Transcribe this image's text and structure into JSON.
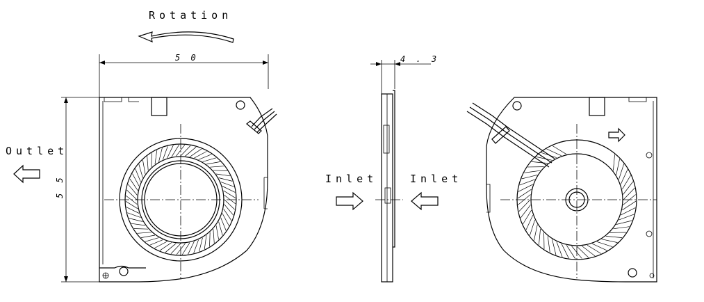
{
  "labels": {
    "rotation": "Rotation",
    "outlet": "Outlet",
    "inlet_left": "Inlet",
    "inlet_right": "Inlet"
  },
  "dimensions": {
    "width": "5 0",
    "height": "5 5",
    "thickness": "4 . 3"
  },
  "colors": {
    "line": "#000000",
    "background": "#ffffff"
  },
  "icons": {
    "rotation_arrow": "curved-arrow-left-icon",
    "outlet_arrow": "arrow-left-icon",
    "inlet_arrow_left": "arrow-right-icon",
    "inlet_arrow_right": "arrow-left-icon",
    "back_arrow": "arrow-right-icon"
  }
}
